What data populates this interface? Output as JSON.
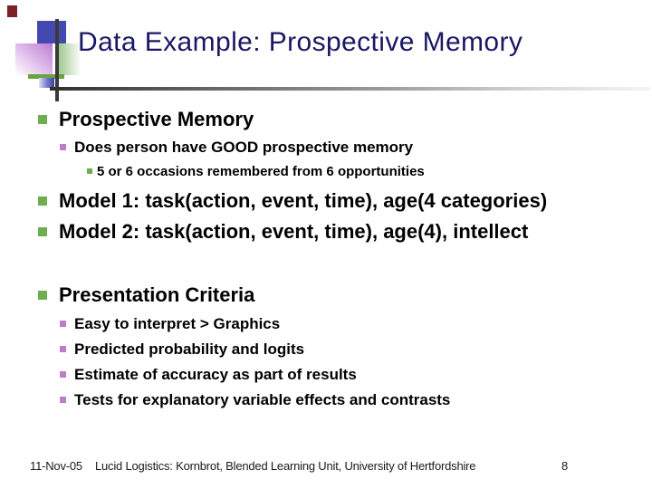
{
  "slide": {
    "title": "Data Example: Prospective Memory",
    "bullets": [
      {
        "level": 1,
        "text": "Prospective Memory"
      },
      {
        "level": 2,
        "text": "Does person have GOOD prospective memory"
      },
      {
        "level": 3,
        "text": "5 or 6 occasions remembered from 6 opportunities"
      },
      {
        "level": 1,
        "text": "Model 1: task(action, event, time), age(4 categories)"
      },
      {
        "level": 1,
        "text": "Model 2: task(action, event, time), age(4), intellect"
      },
      {
        "level": 1,
        "text": "Presentation Criteria"
      },
      {
        "level": 2,
        "text": "Easy to interpret > Graphics"
      },
      {
        "level": 2,
        "text": "Predicted probability and logits"
      },
      {
        "level": 2,
        "text": "Estimate of accuracy as part of results"
      },
      {
        "level": 2,
        "text": "Tests for explanatory variable effects and contrasts"
      }
    ],
    "footer": {
      "date": "11-Nov-05",
      "credit": "Lucid Logistics: Kornbrot, Blended Learning Unit, University of Hertfordshire",
      "page_number": "8"
    },
    "colors": {
      "title": "#181863",
      "bullet_green": "#6fae4e",
      "bullet_purple": "#b97fc9",
      "decor_blue": "#4449b2",
      "decor_red": "#7c2128"
    }
  }
}
